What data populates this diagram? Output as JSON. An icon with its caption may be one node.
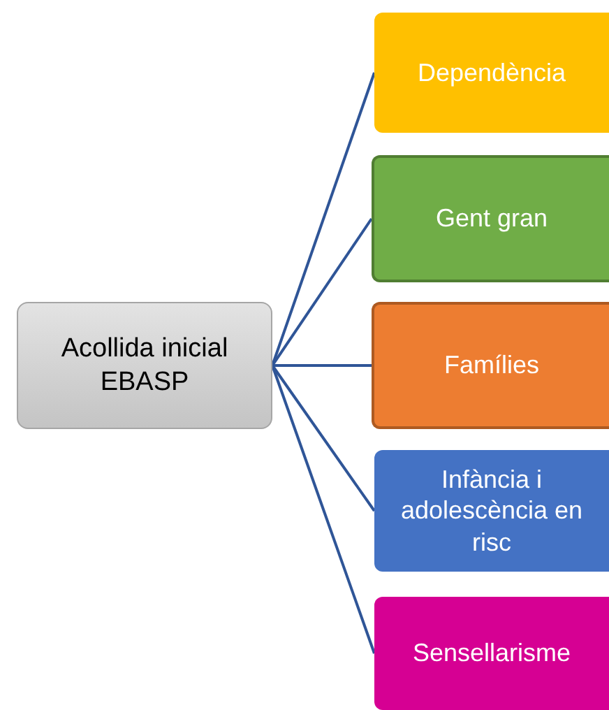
{
  "diagram": {
    "nodes": [
      {
        "text": [
          "Acollida inicial EBASP"
        ]
      },
      {
        "text": [
          "Dependència"
        ]
      },
      {
        "text": [
          "Gent gran"
        ]
      },
      {
        "text": [
          "Famílies"
        ]
      },
      {
        "text": [
          "Infància i adolescència en risc"
        ]
      },
      {
        "text": [
          "Sensellarisme"
        ]
      }
    ],
    "edges": [
      {
        "from": 0,
        "to": 1,
        "arrow": "none"
      },
      {
        "from": 0,
        "to": 2,
        "arrow": "none"
      },
      {
        "from": 0,
        "to": 3,
        "arrow": "none"
      },
      {
        "from": 0,
        "to": 4,
        "arrow": "none"
      },
      {
        "from": 0,
        "to": 5,
        "arrow": "none"
      }
    ]
  }
}
